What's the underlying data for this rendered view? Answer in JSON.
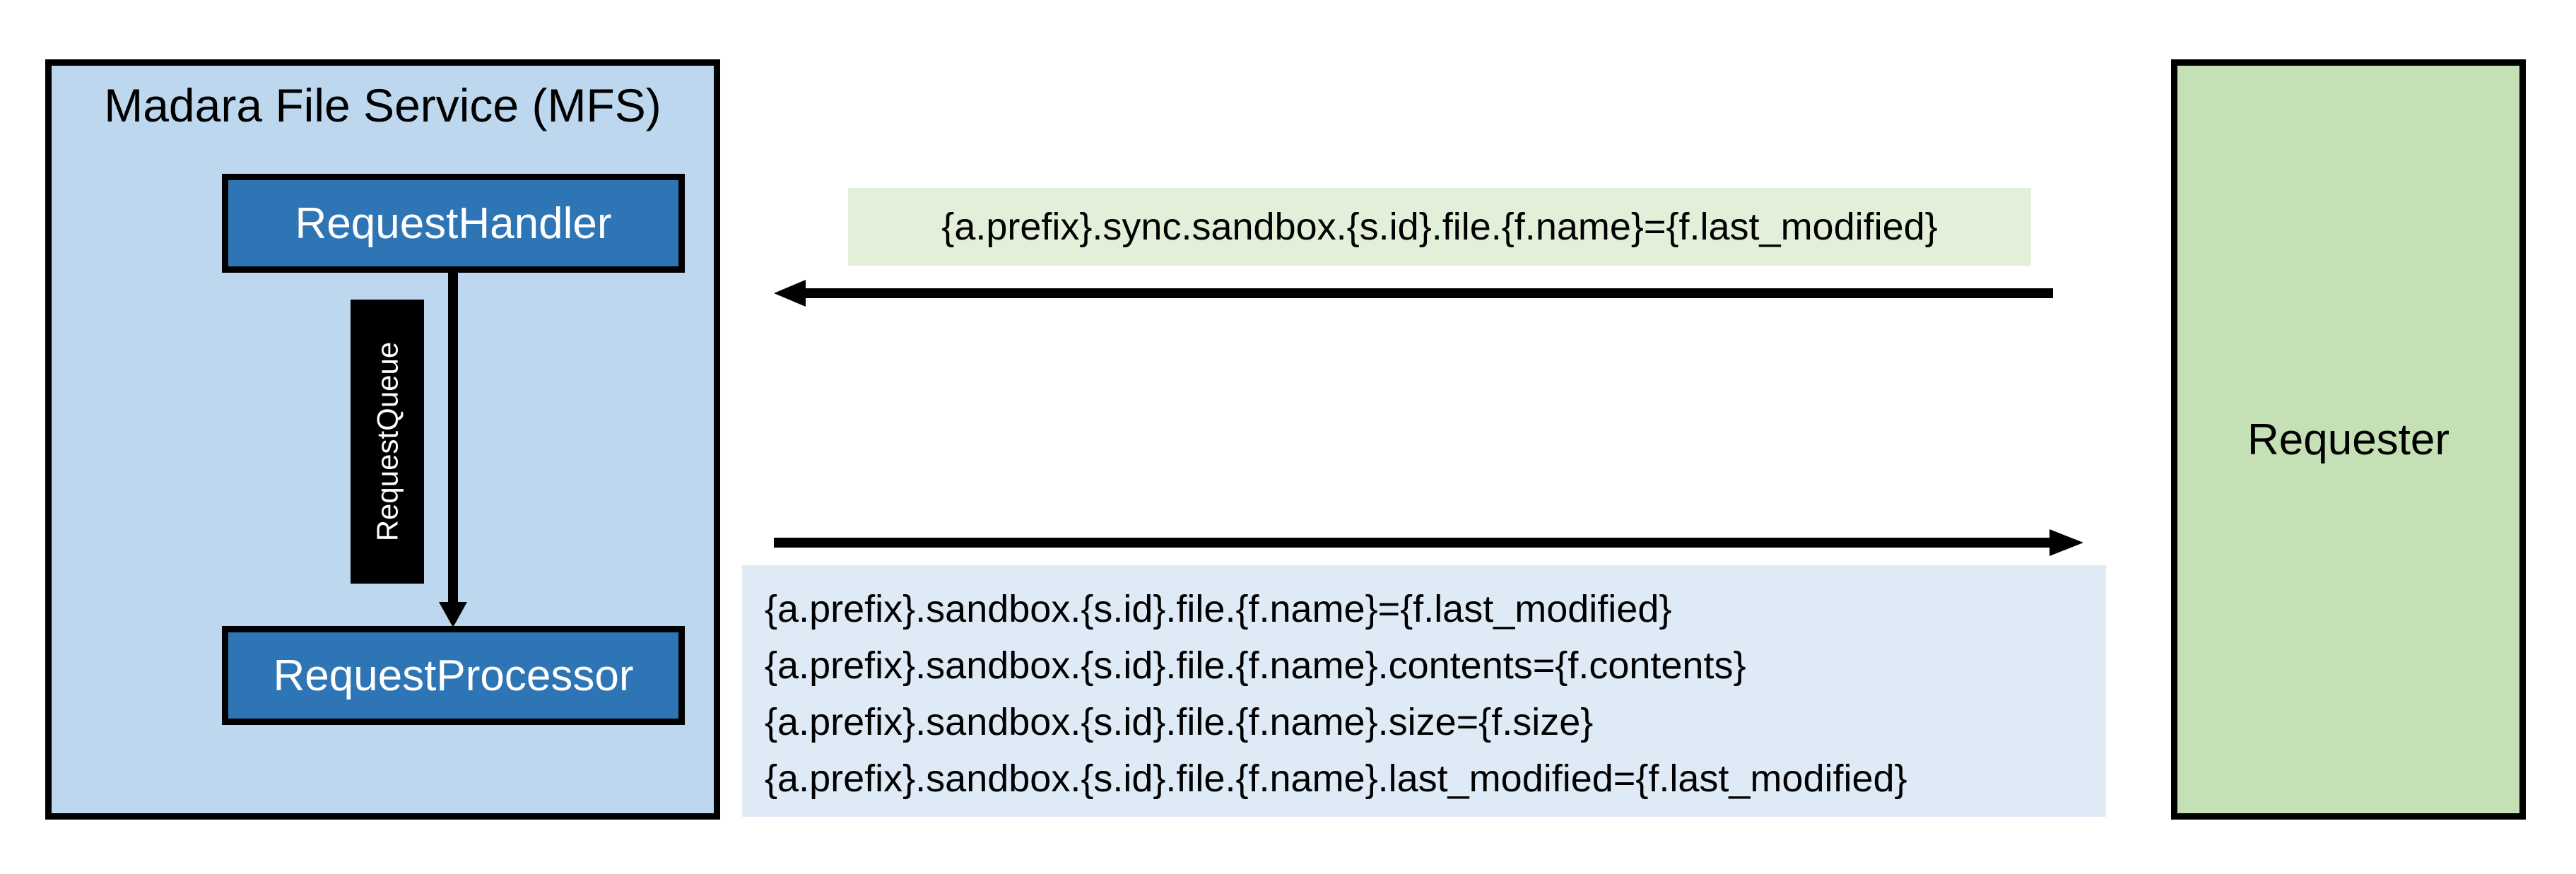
{
  "colors": {
    "mfs_fill": "#BDD7EE",
    "component_fill": "#2E75B6",
    "queue_fill": "#000000",
    "requester_fill": "#C5E0B4",
    "sync_label_bg": "#E2F0D9",
    "response_label_bg": "#DEEBF7",
    "line": "#000000"
  },
  "mfs": {
    "title": "Madara File Service (MFS)",
    "request_handler": "RequestHandler",
    "request_queue": "RequestQueue",
    "request_processor": "RequestProcessor"
  },
  "requester": {
    "label": "Requester"
  },
  "messages": {
    "sync_request": "{a.prefix}.sync.sandbox.{s.id}.file.{f.name}={f.last_modified}",
    "response_lines": [
      "{a.prefix}.sandbox.{s.id}.file.{f.name}={f.last_modified}",
      "{a.prefix}.sandbox.{s.id}.file.{f.name}.contents={f.contents}",
      "{a.prefix}.sandbox.{s.id}.file.{f.name}.size={f.size}",
      "{a.prefix}.sandbox.{s.id}.file.{f.name}.last_modified={f.last_modified}"
    ]
  }
}
